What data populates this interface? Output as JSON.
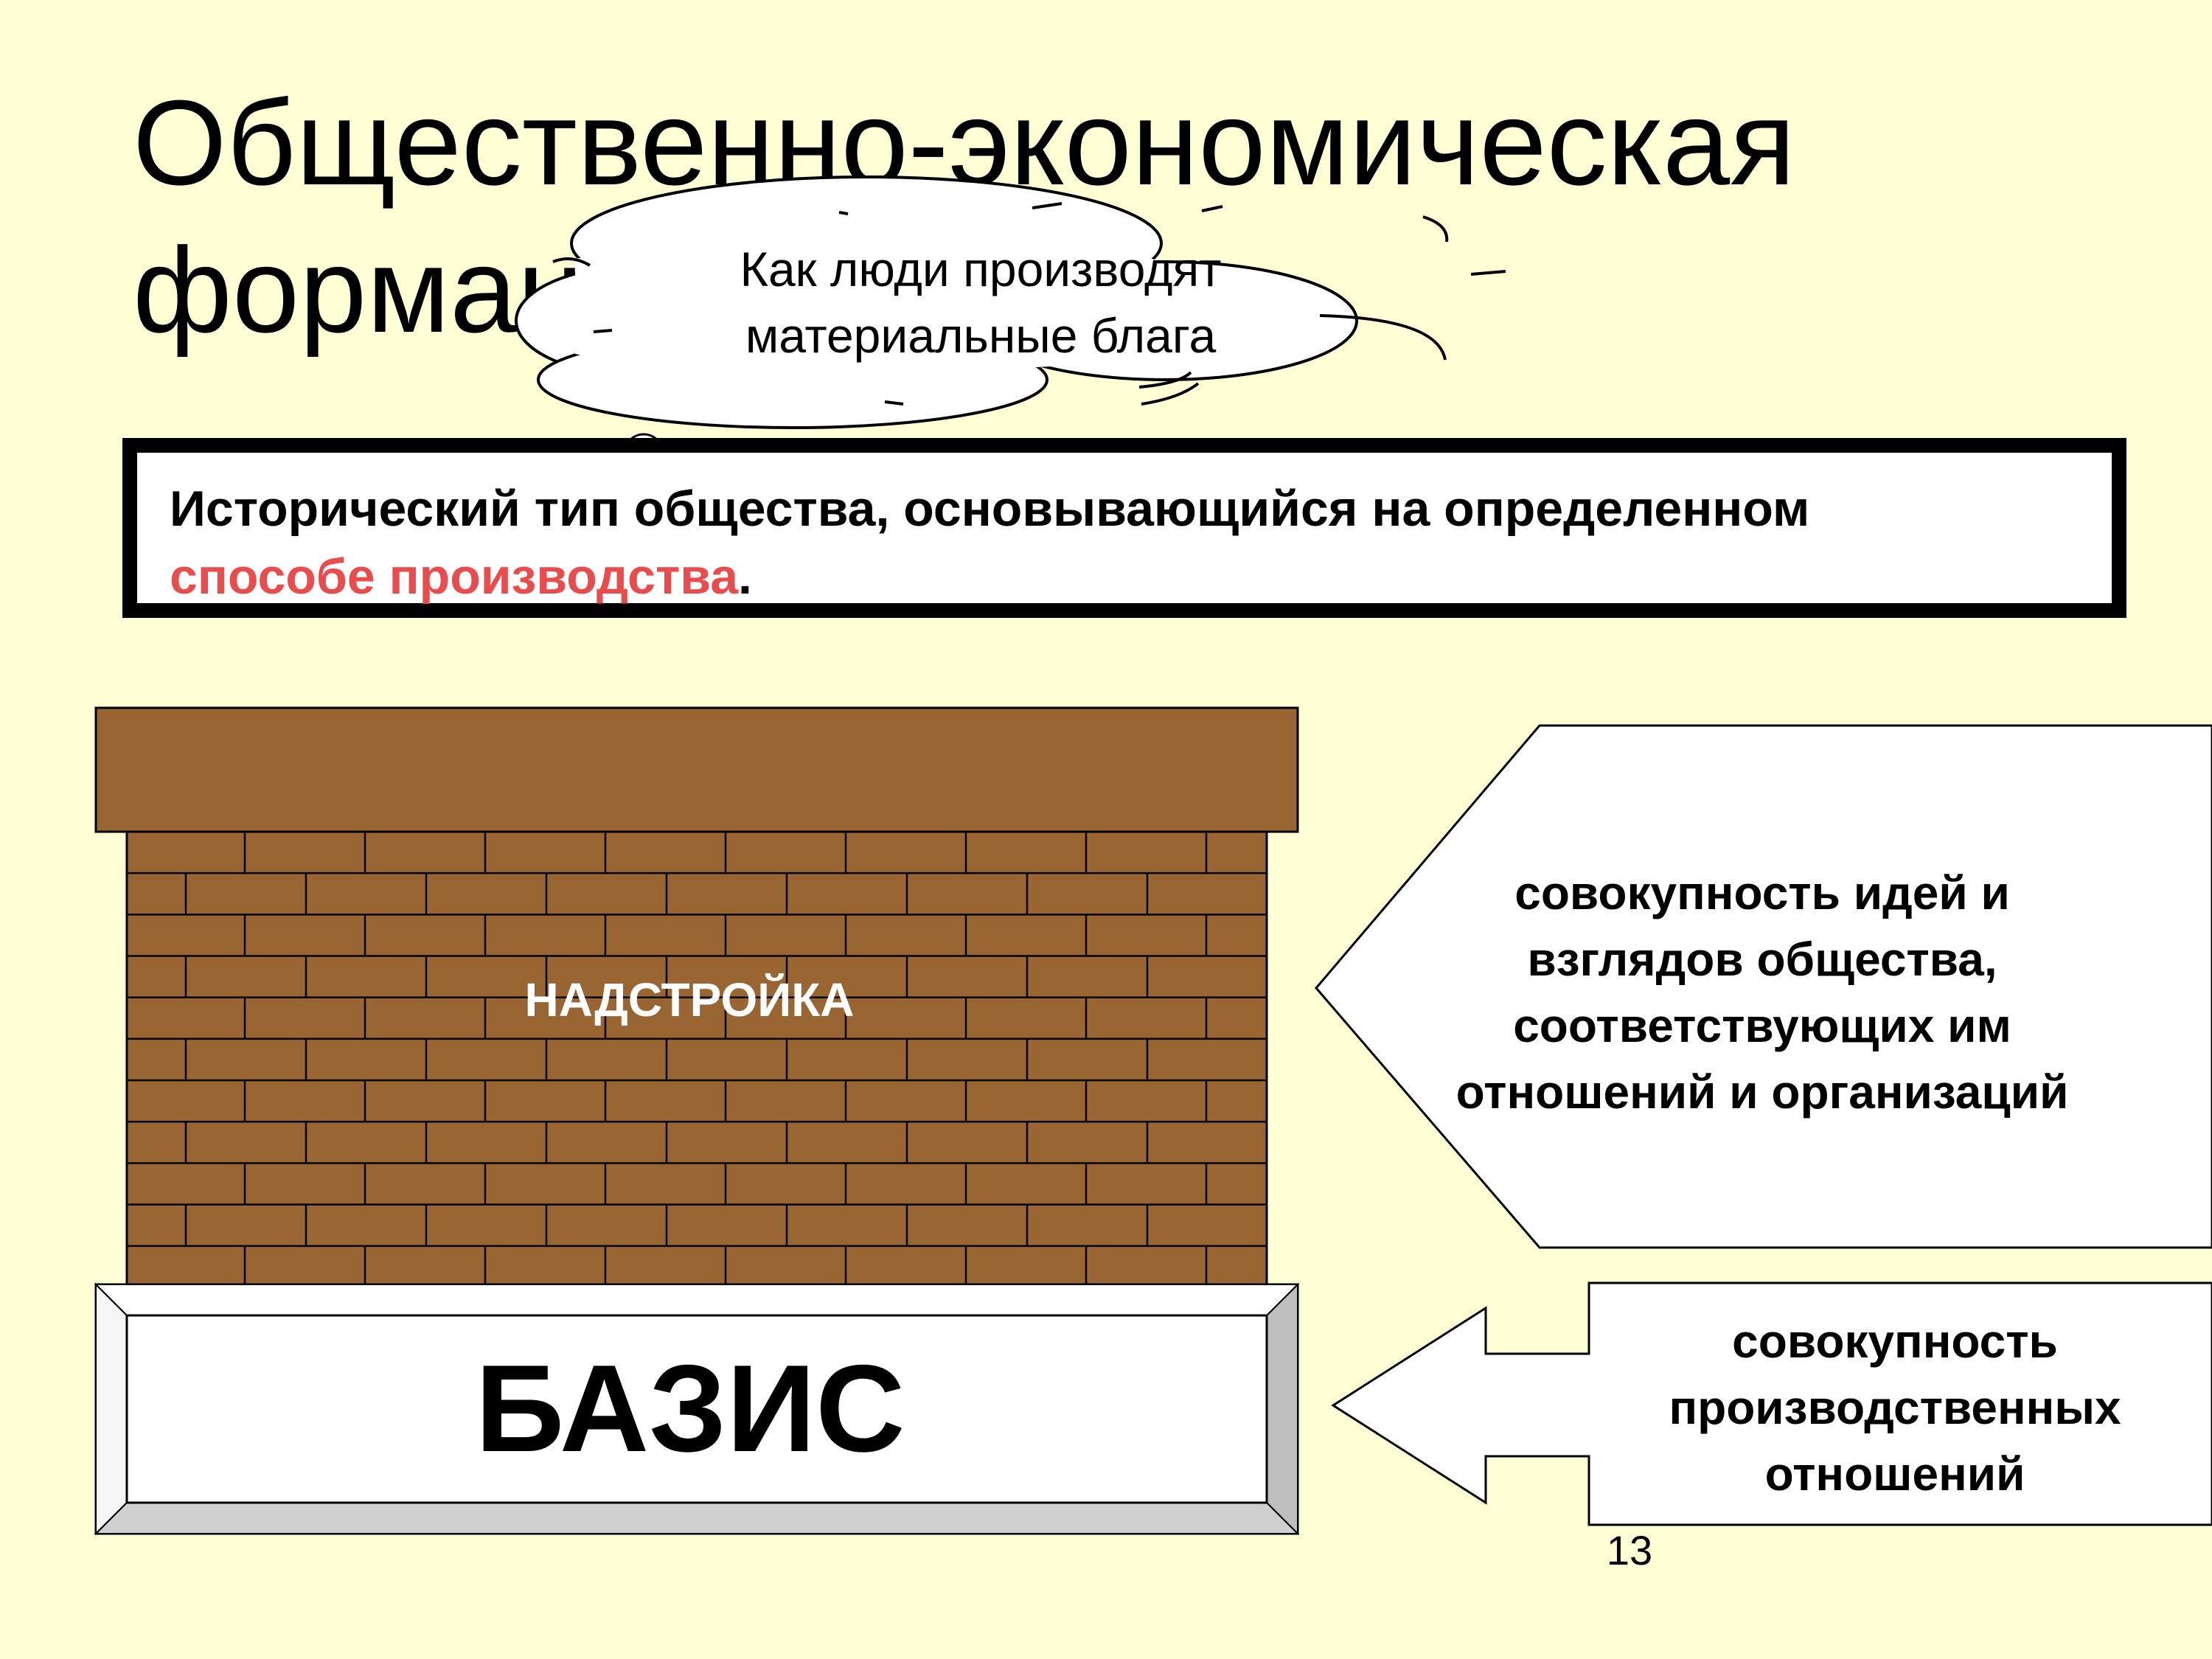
{
  "slide": {
    "title_line1": "Общественно-экономическая",
    "title_line2": "формация",
    "cloud": {
      "line1": "Как люди производят",
      "line2": "материальные блага"
    },
    "definition": {
      "text_before": "Исторический тип общества, основывающийся на определенном",
      "accent_text": "способе производства",
      "text_after": "."
    },
    "superstructure": {
      "label": "НАДСТРОЙКА",
      "brick_color": "#996633",
      "mortar_color": "#000000"
    },
    "basis": {
      "label": "БАЗИС"
    },
    "ideas_arrow": {
      "line1": "совокупность идей и",
      "line2": "взглядов общества,",
      "line3": "соответствующих им",
      "line4": "отношений и организаций"
    },
    "relations_arrow": {
      "line1": "совокупность",
      "line2": "производственных",
      "line3": "отношений"
    },
    "page_number": "13",
    "colors": {
      "background": "#FFFFD5",
      "accent": "#E84C4C",
      "box_fill": "#FFFFFF",
      "bevel_gray": "#BFBFBF"
    }
  }
}
